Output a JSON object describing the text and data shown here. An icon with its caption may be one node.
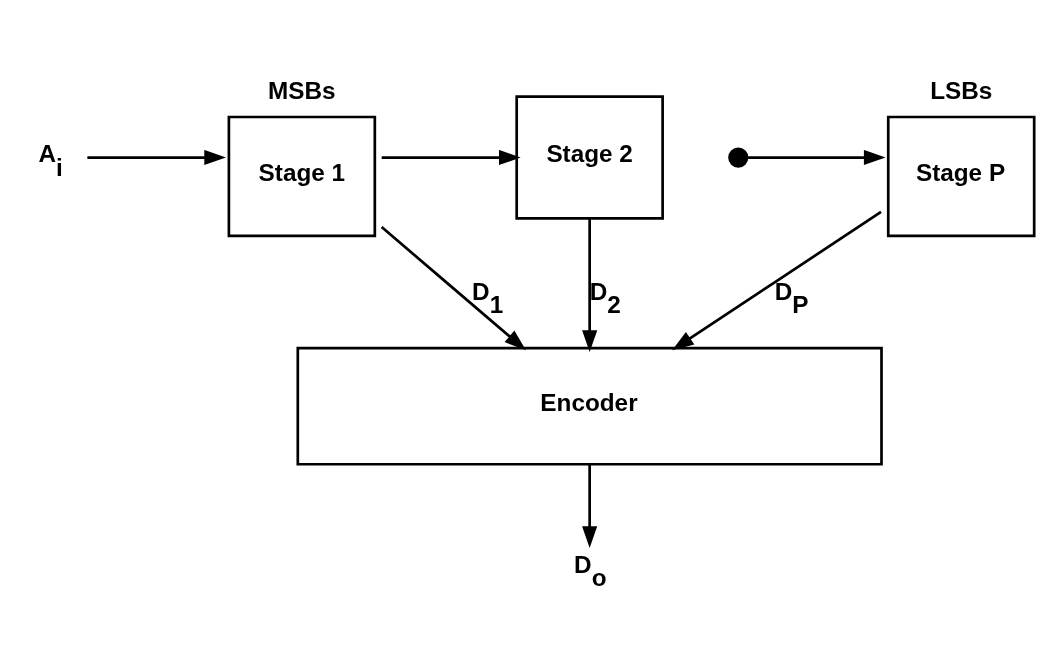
{
  "diagram": {
    "nodes": [
      {
        "text": [
          "A$_{i}$"
        ]
      },
      {
        "text": [
          "MSBs",
          "Stage 1"
        ]
      },
      {
        "text": [
          "Stage 2"
        ]
      },
      {
        "text": [],
        "shape": "circle"
      },
      {
        "text": [
          "LSBs",
          "Stage P"
        ]
      },
      {
        "text": [
          "Encoder"
        ]
      },
      {
        "text": [
          "D$_{o}$"
        ]
      }
    ],
    "edges": [
      {
        "from": 0,
        "to": 1,
        "arrow": "to"
      },
      {
        "from": 1,
        "to": 2,
        "arrow": "to"
      },
      {
        "from": 3,
        "to": 4,
        "arrow": "to"
      },
      {
        "from": 1,
        "to": 5,
        "arrow": "to",
        "label": "D$_{1}$"
      },
      {
        "from": 2,
        "to": 5,
        "arrow": "to",
        "label": "D$_{2}$"
      },
      {
        "from": 4,
        "to": 5,
        "arrow": "to",
        "label": "D$_{P}$"
      },
      {
        "from": 5,
        "to": 6,
        "arrow": "to"
      }
    ]
  }
}
